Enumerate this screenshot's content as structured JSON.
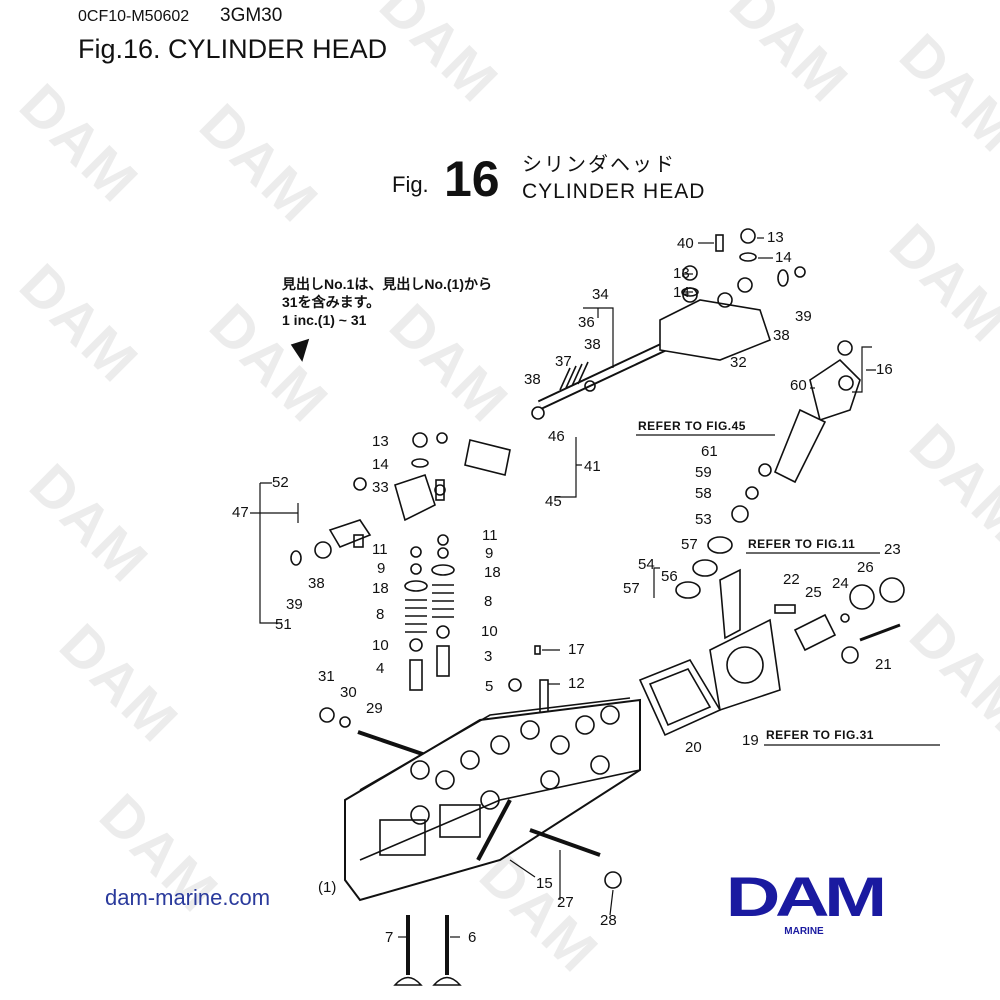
{
  "header": {
    "doc_code": "0CF10-M50602",
    "model": "3GM30",
    "title": "Fig.16.  CYLINDER HEAD"
  },
  "figure": {
    "fig_word": "Fig.",
    "fig_number": "16",
    "title_jp": "シリンダヘッド",
    "title_en": "CYLINDER HEAD"
  },
  "note": {
    "line1": "見出しNo.1は、見出しNo.(1)から",
    "line2": "31を含みます。",
    "line3": "1 inc.(1) ~ 31"
  },
  "references": [
    "REFER TO FIG.45",
    "REFER TO FIG.11",
    "REFER TO FIG.31"
  ],
  "callouts": [
    "40",
    "13",
    "14",
    "13",
    "14",
    "34",
    "36",
    "39",
    "38",
    "32",
    "37",
    "38",
    "38",
    "16",
    "60",
    "46",
    "13",
    "41",
    "14",
    "61",
    "52",
    "33",
    "59",
    "45",
    "47",
    "58",
    "11",
    "53",
    "11",
    "9",
    "9",
    "18",
    "18",
    "57",
    "23",
    "54",
    "56",
    "26",
    "57",
    "22",
    "24",
    "8",
    "8",
    "25",
    "38",
    "39",
    "51",
    "10",
    "10",
    "17",
    "3",
    "21",
    "4",
    "5",
    "12",
    "31",
    "30",
    "29",
    "20",
    "19",
    "15",
    "27",
    "28",
    "(1)",
    "7",
    "6"
  ],
  "footer": {
    "website": "dam-marine.com",
    "logo_text": "DAM",
    "logo_sub": "MARINE"
  },
  "watermark": "DAM",
  "colors": {
    "brand_blue": "#1a1aa0",
    "link_blue": "#2a3a9c",
    "watermark": "#ececec"
  }
}
